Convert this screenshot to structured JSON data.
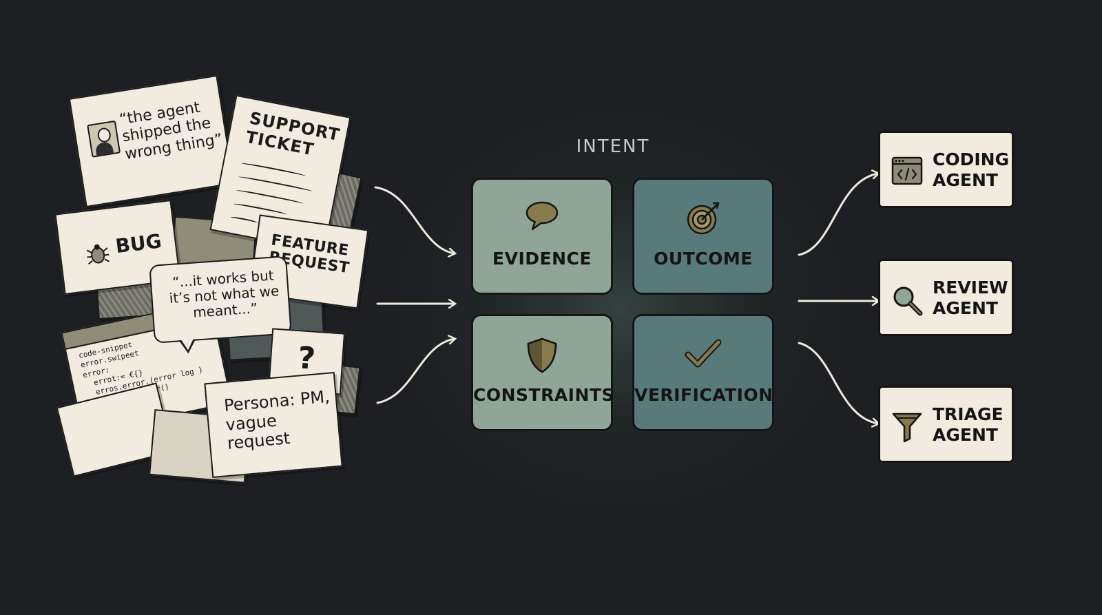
{
  "inputs": {
    "quote_note": "“the agent shipped the wrong thing”",
    "support_ticket": "SUPPORT TICKET",
    "bug_label": "BUG",
    "feature_request": "FEATURE REQUEST",
    "speech_bubble": "“...it works but it’s not what we meant...”",
    "code_snippet": "code-snippet\nerror.swipeet\nerror:\n  errot:= €{}\n  erros.error.(error log )\n    return error()\n  ...\n...",
    "question_mark": "?",
    "persona_note": "Persona: PM, vague request"
  },
  "intent": {
    "title": "INTENT",
    "tiles": [
      {
        "label": "EVIDENCE",
        "icon": "speech-bubble-icon"
      },
      {
        "label": "OUTCOME",
        "icon": "target-icon"
      },
      {
        "label": "CONSTRAINTS",
        "icon": "shield-icon"
      },
      {
        "label": "VERIFICATION",
        "icon": "checkmark-icon"
      }
    ]
  },
  "agents": [
    {
      "label": "CODING\nAGENT",
      "icon": "code-window-icon"
    },
    {
      "label": "REVIEW\nAGENT",
      "icon": "magnifier-icon"
    },
    {
      "label": "TRIAGE\nAGENT",
      "icon": "funnel-icon"
    }
  ],
  "colors": {
    "background": "#1d1f22",
    "paper": "#f1ecdf",
    "tile_light": "#8ea597",
    "tile_dark": "#587a7b",
    "ink": "#1a1a1a",
    "arrow": "#efeadf"
  }
}
